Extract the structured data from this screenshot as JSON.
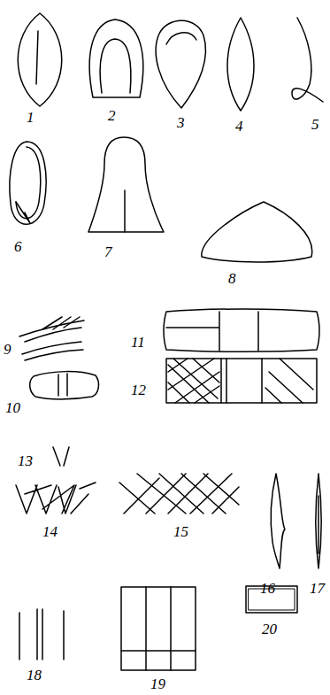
{
  "diagram": {
    "labels": [
      "1",
      "2",
      "3",
      "4",
      "5",
      "6",
      "7",
      "8",
      "9",
      "10",
      "11",
      "12",
      "13",
      "14",
      "15",
      "16",
      "17",
      "18",
      "19",
      "20"
    ]
  }
}
